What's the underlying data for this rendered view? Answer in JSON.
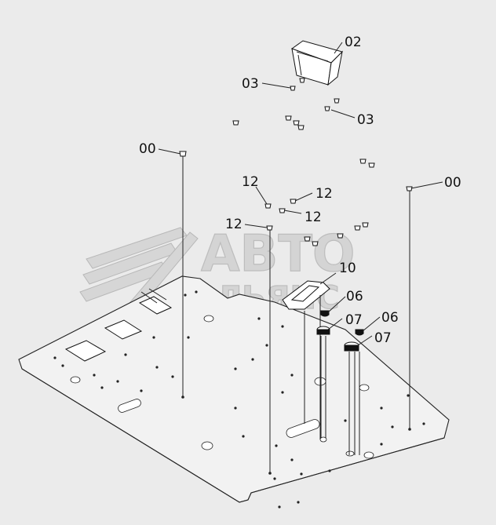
{
  "watermark": {
    "line1": "АВТО",
    "line2": "АЛЬЯНС"
  },
  "callouts": {
    "part_02": "02",
    "part_03_left": "03",
    "part_03_right": "03",
    "part_00_left": "00",
    "part_00_right": "00",
    "part_12_a": "12",
    "part_12_b": "12",
    "part_12_c": "12",
    "part_12_d": "12",
    "part_10": "10",
    "part_06_a": "06",
    "part_06_b": "06",
    "part_07_a": "07",
    "part_07_b": "07"
  }
}
